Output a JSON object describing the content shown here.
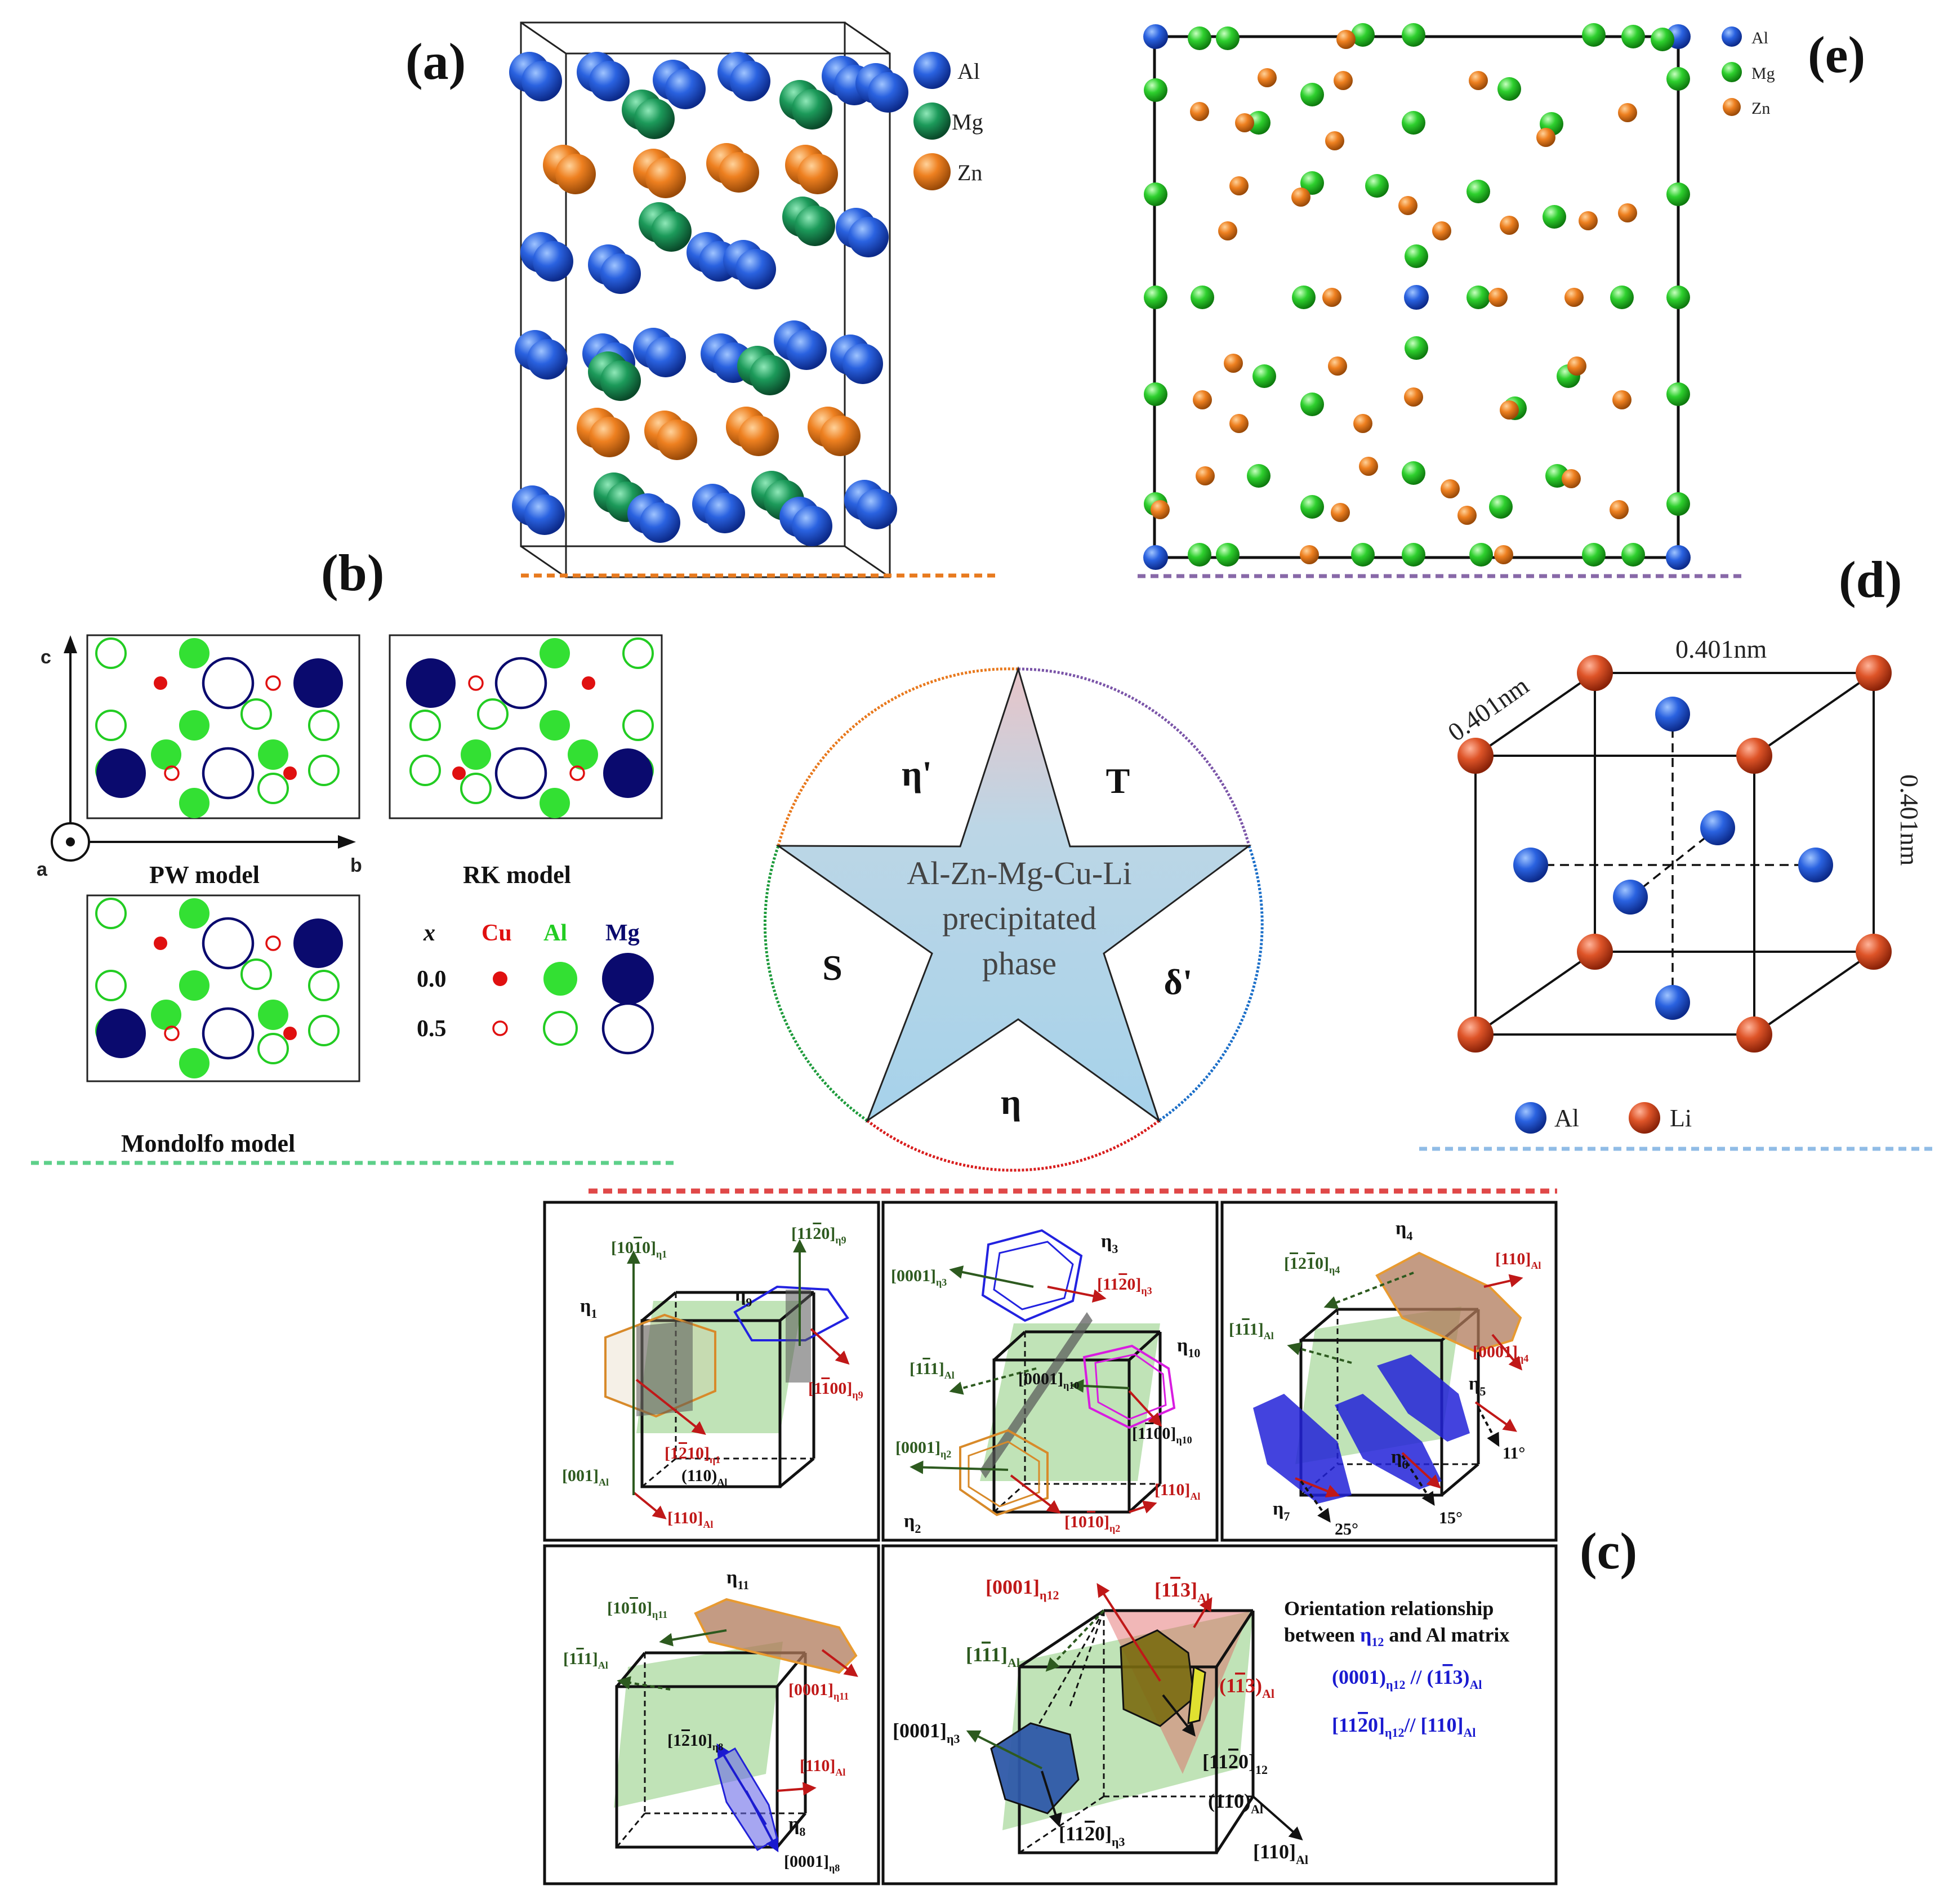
{
  "panels": {
    "a": "(a)",
    "b": "(b)",
    "c": "(c)",
    "d": "(d)",
    "e": "(e)"
  },
  "panel_a": {
    "legend": [
      {
        "label": "Al",
        "color": "#1f4fd8"
      },
      {
        "label": "Mg",
        "color": "#1c8a52"
      },
      {
        "label": "Zn",
        "color": "#e8781c"
      }
    ]
  },
  "panel_e": {
    "legend": [
      {
        "label": "Al",
        "color": "#1f4fd8"
      },
      {
        "label": "Mg",
        "color": "#28c828"
      },
      {
        "label": "Zn",
        "color": "#e07a1e"
      }
    ]
  },
  "panel_b": {
    "axis_c": "c",
    "axis_a": "a",
    "axis_b": "b",
    "models": [
      "PW model",
      "RK model",
      "Mondolfo model"
    ],
    "table": {
      "x_header": "x",
      "headers": [
        "Cu",
        "Al",
        "Mg"
      ],
      "header_colors": [
        "#e01010",
        "#22cc22",
        "#0a0a6e"
      ],
      "rows": [
        "0.0",
        "0.5"
      ]
    }
  },
  "panel_center": {
    "line1": "Al-Zn-Mg-Cu-Li",
    "line2": "precipitated",
    "line3": "phase",
    "phases": {
      "top_left": "η'",
      "top_right": "T",
      "left": "S",
      "right": "δ'",
      "bottom": "η"
    }
  },
  "panel_d": {
    "dim_top": "0.401nm",
    "dim_left": "0.401nm",
    "dim_right": "0.401nm",
    "legend": [
      {
        "label": "Al",
        "color": "#1565d8"
      },
      {
        "label": "Li",
        "color": "#d8502a"
      }
    ]
  },
  "panel_c": {
    "sub1": {
      "eta1": "η",
      "eta1_sub": "1",
      "eta9": "η",
      "eta9_sub": "9",
      "l_10m10": "[10",
      "l_10m10_b": "1",
      "l_10m10_c": "0]",
      "l_10m10_sub": "η1",
      "l_1120": "[11",
      "l_1120_b": "2",
      "l_1120_c": "0]",
      "l_1120_sub": "η9",
      "l_1m100": "[1",
      "l_1m100_b": "1",
      "l_1m100_c": "00]",
      "l_1m100_sub": "η9",
      "l_12m10": "[1",
      "l_12m10_b": "2",
      "l_12m10_c": "10]",
      "l_12m10_sub": "η1",
      "l_001": "[001]",
      "l_001_sub": "Al",
      "l_110p": "(110)",
      "l_110p_sub": "Al",
      "l_110d": "[110]",
      "l_110d_sub": "Al"
    },
    "sub2": {
      "eta3": "η",
      "eta3_sub": "3",
      "eta10": "η",
      "eta10_sub": "10",
      "eta2": "η",
      "eta2_sub": "2",
      "l_0001a": "[0001]",
      "l_0001a_sub": "η3",
      "l_1120": "[11",
      "l_1120_b": "2",
      "l_1120_c": "0]",
      "l_1120_sub": "η3",
      "l_1m11": "[1",
      "l_1m11_b": "1",
      "l_1m11_c": "1]",
      "l_1m11_sub": "Al",
      "l_0001b": "[0001]",
      "l_0001b_sub": "η10",
      "l_1m100": "[1",
      "l_1m100_b": "1",
      "l_1m100_c": "00]",
      "l_1m100_sub": "η10",
      "l_0001c": "[0001]",
      "l_0001c_sub": "η2",
      "l_110": "[110]",
      "l_110_sub": "Al",
      "l_10m10": "[10",
      "l_10m10_b": "1",
      "l_10m10_c": "0]",
      "l_10m10_sub": "η2"
    },
    "sub3": {
      "eta4": "η",
      "eta4_sub": "4",
      "eta5": "η",
      "eta5_sub": "5",
      "eta6": "η",
      "eta6_sub": "6",
      "eta7": "η",
      "eta7_sub": "7",
      "l_m12m10": "[",
      "l_m12m10_b": "1",
      "l_m12m10_c": "2",
      "l_m12m10_d": "1",
      "l_m12m10_e": "0]",
      "l_m12m10_sub": "η4",
      "l_110": "[110]",
      "l_110_sub": "Al",
      "l_1m11": "[1",
      "l_1m11_b": "1",
      "l_1m11_c": "1]",
      "l_1m11_sub": "Al",
      "l_0001": "[0001]",
      "l_0001_sub": "η4",
      "ang11": "11°",
      "ang15": "15°",
      "ang25": "25°"
    },
    "sub4": {
      "eta11": "η",
      "eta11_sub": "11",
      "eta8": "η",
      "eta8_sub": "8",
      "l_10m10": "[10",
      "l_10m10_b": "1",
      "l_10m10_c": "0]",
      "l_10m10_sub": "η11",
      "l_1m11": "[1",
      "l_1m11_b": "1",
      "l_1m11_c": "1]",
      "l_1m11_sub": "Al",
      "l_0001a": "[0001]",
      "l_0001a_sub": "η11",
      "l_12m10": "[1",
      "l_12m10_b": "2",
      "l_12m10_c": "10]",
      "l_12m10_sub": "η8",
      "l_110": "[110]",
      "l_110_sub": "Al",
      "l_0001b": "[0001]",
      "l_0001b_sub": "η8"
    },
    "sub5": {
      "l_0001a": "[0001]",
      "l_0001a_sub": "η12",
      "l_1m13": "[1",
      "l_1m13_b": "1",
      "l_1m13_c": "3]",
      "l_1m13_sub": "Al",
      "l_1m11": "[1",
      "l_1m11_b": "1",
      "l_1m11_c": "1]",
      "l_1m11_sub": "Al",
      "l_1m13p": "(1",
      "l_1m13p_b": "1",
      "l_1m13p_c": "3)",
      "l_1m13p_sub": "Al",
      "l_0001b": "[0001]",
      "l_0001b_sub": "η3",
      "l_1120a": "[11",
      "l_1120a_b": "2",
      "l_1120a_c": "0]",
      "l_1120a_sub": "12",
      "l_110p": "(110)",
      "l_110p_sub": "Al",
      "l_1120b": "[11",
      "l_1120b_b": "2",
      "l_1120b_c": "0]",
      "l_1120b_sub": "η3",
      "l_110d": "[110]",
      "l_110d_sub": "Al",
      "note1": "Orientation relationship",
      "note2a": "between ",
      "note2b": "η",
      "note2b_sub": "12",
      "note2c": " and Al matrix",
      "rel1a": "(0001)",
      "rel1a_sub": "η12",
      "rel1b": " // ",
      "rel1c": "(1",
      "rel1c_b": "1",
      "rel1c_c": "3)",
      "rel1c_sub": "Al",
      "rel2a": "[11",
      "rel2a_b": "2",
      "rel2a_c": "0]",
      "rel2a_sub": "η12",
      "rel2b": "// ",
      "rel2c": "[110]",
      "rel2c_sub": "Al"
    }
  }
}
